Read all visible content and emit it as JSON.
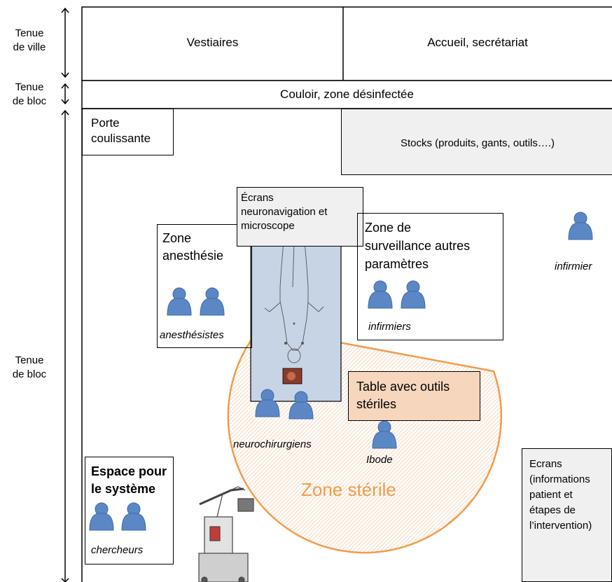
{
  "dress_code": {
    "ville": "Tenue\nde ville",
    "bloc_top": "Tenue\nde bloc",
    "bloc_main": "Tenue\nde bloc"
  },
  "rooms": {
    "vestiaires": "Vestiaires",
    "accueil": "Accueil, secrétariat",
    "couloir": "Couloir, zone désinfectée",
    "porte": "Porte\ncoulissante",
    "stocks": "Stocks (produits, gants, outils….)"
  },
  "zones": {
    "ecrans_nav": "Écrans\nneuronavigation et\nmicroscope",
    "anesthesie": "Zone\nanesthésie",
    "surveillance": "Zone de\nsurveillance autres\nparamètres",
    "table_outils": "Table avec outils\nstériles",
    "zone_sterile": "Zone stérile",
    "espace_systeme": "Espace pour\nle système",
    "ecrans_info": "Ecrans\n(informations\npatient et\nétapes de\nl’intervention)"
  },
  "people": {
    "anesthesistes": "anesthésistes",
    "infirmiers": "infirmiers",
    "infirmier": "infirmier",
    "neurochirurgiens": "neurochirurgiens",
    "ibode": "Ibode",
    "chercheurs": "chercheurs"
  },
  "colors": {
    "person": "#5b87c5",
    "sterile": "#f29b4c",
    "patient_table": "#c7d4e6",
    "stock_bg": "#f0f0f0"
  }
}
